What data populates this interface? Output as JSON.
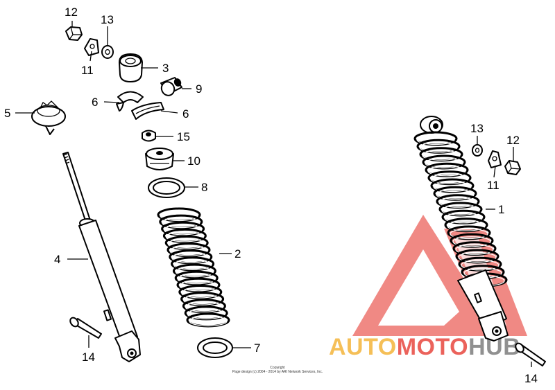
{
  "diagram": {
    "callouts": [
      {
        "id": "c12a",
        "label": "12"
      },
      {
        "id": "c13a",
        "label": "13"
      },
      {
        "id": "c11a",
        "label": "11"
      },
      {
        "id": "c3",
        "label": "3"
      },
      {
        "id": "c9",
        "label": "9"
      },
      {
        "id": "c6a",
        "label": "6"
      },
      {
        "id": "c6b",
        "label": "6"
      },
      {
        "id": "c5",
        "label": "5"
      },
      {
        "id": "c15",
        "label": "15"
      },
      {
        "id": "c10",
        "label": "10"
      },
      {
        "id": "c8",
        "label": "8"
      },
      {
        "id": "c4",
        "label": "4"
      },
      {
        "id": "c2",
        "label": "2"
      },
      {
        "id": "c14a",
        "label": "14"
      },
      {
        "id": "c7",
        "label": "7"
      },
      {
        "id": "c13b",
        "label": "13"
      },
      {
        "id": "c12b",
        "label": "12"
      },
      {
        "id": "c11b",
        "label": "11"
      },
      {
        "id": "c1",
        "label": "1"
      },
      {
        "id": "c14b",
        "label": "14"
      }
    ],
    "copyright": {
      "line1": "Copyright",
      "line2": "Page design (c) 2004 - 2014 by ARI Network Services, Inc."
    },
    "watermark": {
      "text_part1": "AUTO",
      "text_part2": "MOTO",
      "text_part3": "HUB",
      "color_orange": "#f4b53a",
      "color_red": "#e8473f",
      "color_grey": "#7d7d7d"
    }
  }
}
